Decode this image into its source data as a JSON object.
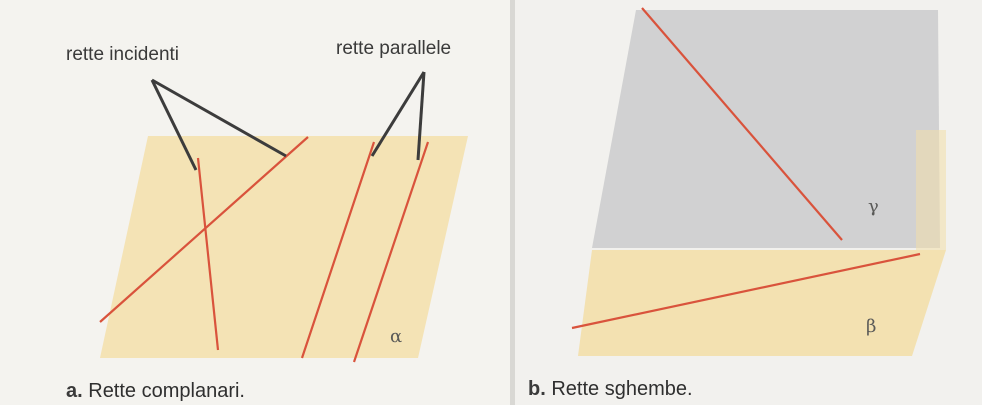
{
  "figure_a": {
    "label_incident": "rette incidenti",
    "label_parallel": "rette parallele",
    "plane_symbol": "α",
    "caption_tag": "a.",
    "caption_text": " Rette complanari."
  },
  "figure_b": {
    "plane_upper_symbol": "γ",
    "plane_lower_symbol": "β",
    "caption_tag": "b.",
    "caption_text": " Rette sghembe."
  },
  "colors": {
    "plane_yellow": "#f3dfaa",
    "plane_gray": "#cfcfd0",
    "line_red": "#d9533c",
    "leader_dark": "#3c3c3c"
  }
}
